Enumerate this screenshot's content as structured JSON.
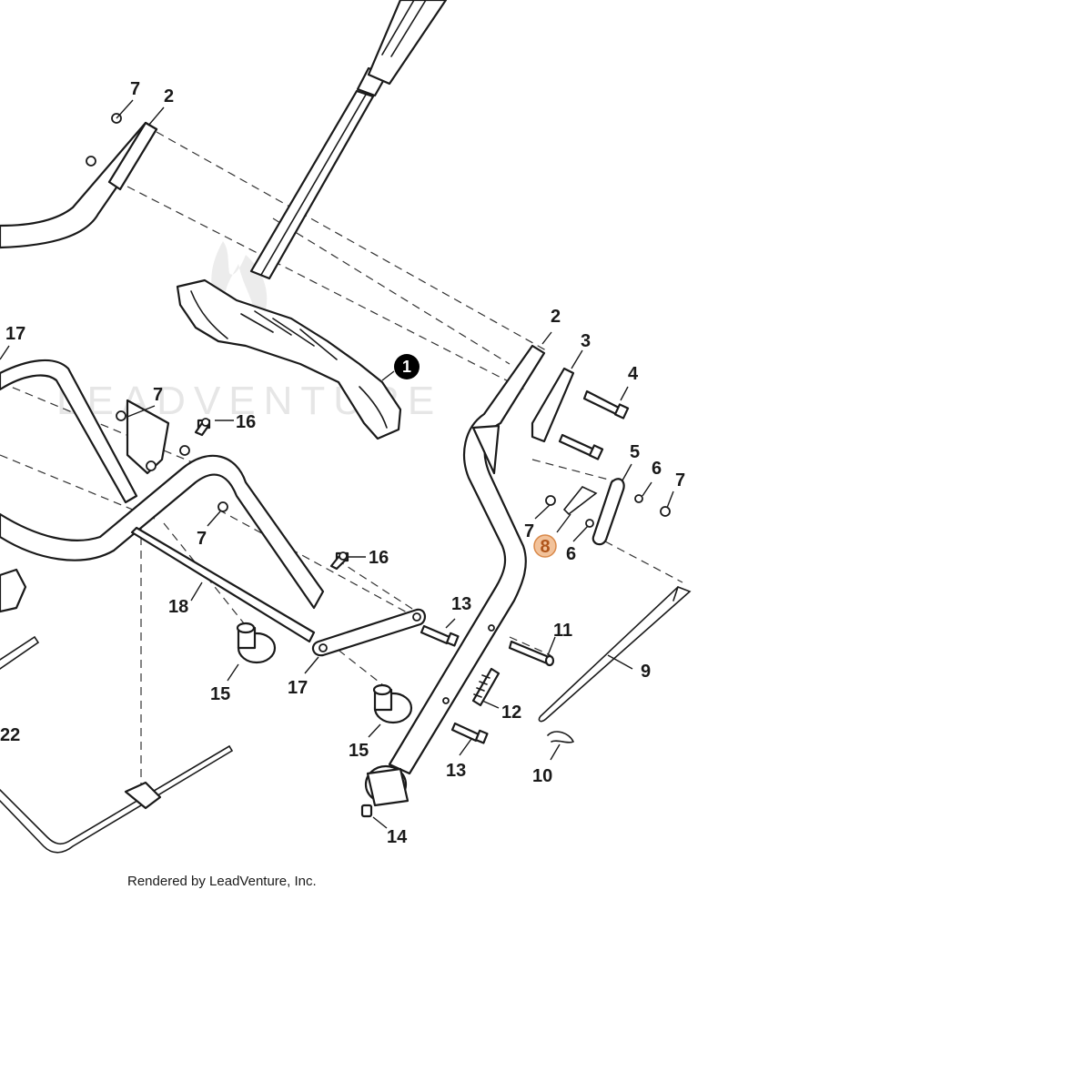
{
  "watermark": "LEADVENTURE",
  "credit": "Rendered by LeadVenture, Inc.",
  "highlight_color": "#f2c29a",
  "callouts": {
    "c7a": "7",
    "c2a": "2",
    "c17a": "17",
    "c7b": "7",
    "c16a": "16",
    "c7c": "7",
    "c16b": "16",
    "c18": "18",
    "c15a": "15",
    "c17b": "17",
    "c22": "22",
    "c13a": "13",
    "c15b": "15",
    "c13b": "13",
    "c14": "14",
    "c12": "12",
    "c11": "11",
    "c10": "10",
    "c9": "9",
    "c2b": "2",
    "c3": "3",
    "c4": "4",
    "c5": "5",
    "c6a": "6",
    "c7d": "7",
    "c7e": "7",
    "c8": "8",
    "c6b": "6"
  },
  "key_marker": "1",
  "highlighted_callout": "8"
}
